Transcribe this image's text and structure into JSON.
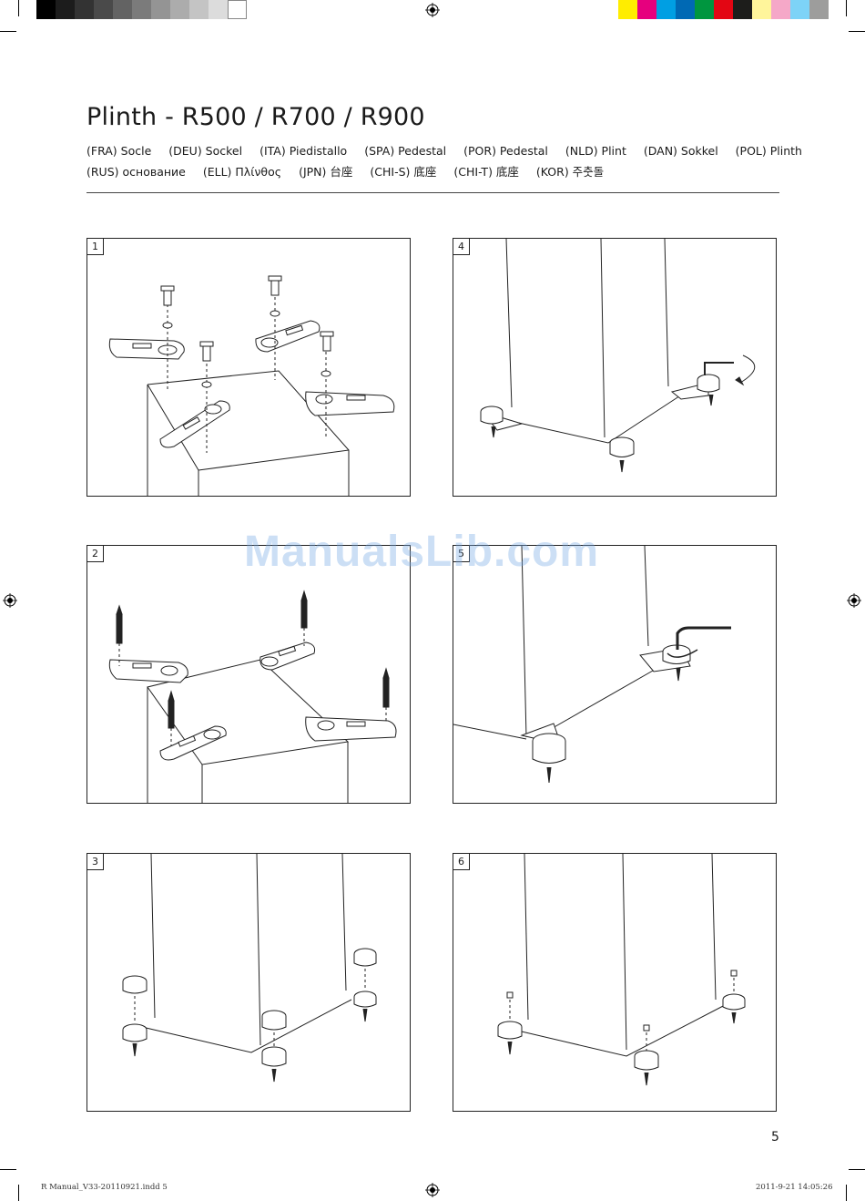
{
  "color_bar": {
    "gray_swatches": [
      "#000000",
      "#1c1c1c",
      "#333333",
      "#4a4a4a",
      "#636363",
      "#7b7b7b",
      "#949494",
      "#acacac",
      "#c4c4c4",
      "#dcdcdc",
      "#ffffff"
    ],
    "color_swatches": [
      "#ffed00",
      "#e6007e",
      "#009fe3",
      "#0069b4",
      "#00963f",
      "#e30613",
      "#1d1d1b",
      "#fff59b",
      "#f5a8c8",
      "#7dd3f7",
      "#9d9d9c"
    ]
  },
  "header": {
    "title": "Plinth - R500 / R700 / R900",
    "languages_line1": [
      "(FRA) Socle",
      "(DEU) Sockel",
      "(ITA) Piedistallo",
      "(SPA) Pedestal",
      "(POR) Pedestal",
      "(NLD) Plint",
      "(DAN) Sokkel",
      "(POL) Plinth"
    ],
    "languages_line2": [
      "(RUS) основание",
      "(ELL) Πλίνθος",
      "(JPN) 台座",
      "(CHI-S) 底座",
      "(CHI-T) 底座",
      "(KOR) 주춧돌"
    ]
  },
  "steps": [
    "1",
    "2",
    "3",
    "4",
    "5",
    "6"
  ],
  "watermark": "ManualsLib.com",
  "page_number": "5",
  "footer": {
    "file": "R Manual_V33-20110921.indd   5",
    "timestamp": "2011-9-21   14:05:26"
  },
  "icons": [
    "registration-mark-icon",
    "hex-key-icon",
    "rotation-arrow-icon"
  ]
}
